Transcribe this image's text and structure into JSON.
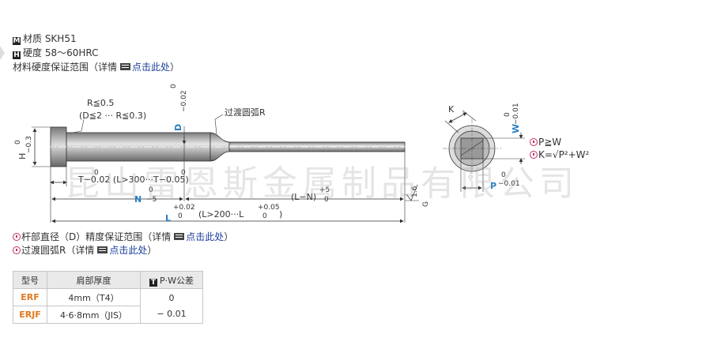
{
  "header": {
    "material_icon": "M",
    "material_text": "材质 SKH51",
    "hardness_icon": "H",
    "hardness_text": "硬度 58～60HRC",
    "guarantee_text": "材料硬度保证范围（详情",
    "guarantee_link": "点击此处",
    "guarantee_close": "）"
  },
  "drawing": {
    "r_label": "R≦0.5",
    "r_sub": "(D≦2 ··· R≦0.3)",
    "d_label": "D",
    "d_tol_top": "0",
    "d_tol_bottom": "−0.02",
    "arc_label": "过渡圆弧R",
    "h_label": "H",
    "h_tol_top": "0",
    "h_tol_bottom": "−0.3",
    "t_tol_a": "0",
    "t_label": "T−0.02 (L>300···T−0.05)",
    "t_tol_b": "0",
    "n_label": "N",
    "n_tol_top": "0",
    "n_tol_bottom": "−5",
    "ln_label": "(L−N)",
    "ln_tol_top": "+5",
    "ln_tol_bottom": "0",
    "l_label": "L",
    "l_tol_top": "+0.02",
    "l_tol_bottom": "0",
    "l_sub": "(L>200···L",
    "l_sub_tol_top": "+0.05",
    "l_sub_tol_bottom": "0",
    "l_sub_close": ")",
    "rough_label": "1.6",
    "rough_base": "G",
    "k_label": "K",
    "w_label": "W",
    "w_tol_top": "0",
    "w_tol_bottom": "−0.01",
    "p_label": "P",
    "p_tol_top": "0",
    "p_tol_bottom": "−0.01",
    "note1": "P≧W",
    "note2": "K=√P²+W²"
  },
  "watermark": "昆山雷恩斯金属制品有限公司",
  "notes": {
    "shaft_text": "杆部直径（D）精度保证范围（详情",
    "shaft_link": "点击此处",
    "shaft_close": "）",
    "arc_text": "过渡圆弧R（详情",
    "arc_link": "点击此处",
    "arc_close": "）"
  },
  "table": {
    "headers": [
      "型号",
      "肩部厚度",
      "P·W公差"
    ],
    "tol_icon": "T",
    "rows": [
      {
        "code": "ERF",
        "thickness": "4mm（T4）",
        "tolerance": "0"
      },
      {
        "code": "ERJF",
        "thickness": "4·6·8mm（JIS）",
        "tolerance": "− 0.01"
      }
    ]
  },
  "colors": {
    "link": "#1a3e9e",
    "accent_blue": "#2a7fc1",
    "code_orange": "#e0781e",
    "note_pink": "#c0306a"
  }
}
